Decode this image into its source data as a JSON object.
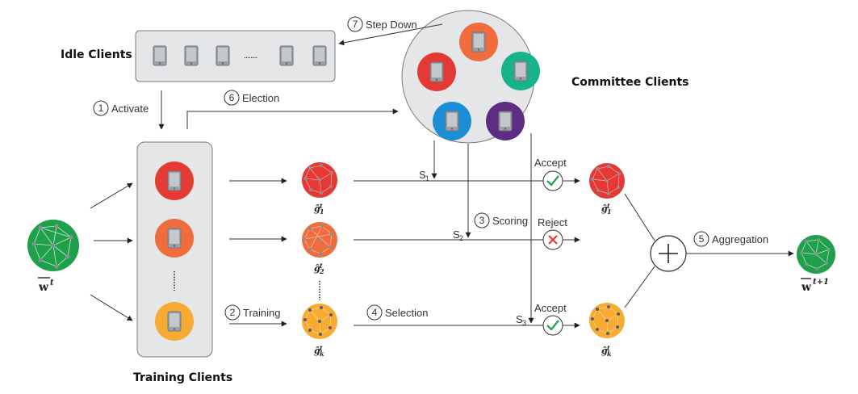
{
  "labels": {
    "idle_clients": "Idle Clients",
    "committee_clients": "Committee Clients",
    "training_clients": "Training Clients"
  },
  "steps": {
    "activate": {
      "num": "1",
      "text": "Activate"
    },
    "training": {
      "num": "2",
      "text": "Training"
    },
    "scoring": {
      "num": "3",
      "text": "Scoring"
    },
    "selection": {
      "num": "4",
      "text": "Selection"
    },
    "aggregation": {
      "num": "5",
      "text": "Aggregation"
    },
    "election": {
      "num": "6",
      "text": "Election"
    },
    "step_down": {
      "num": "7",
      "text": "Step Down"
    }
  },
  "scores": {
    "s1": "S",
    "s1_sub": "1",
    "s2": "S",
    "s2_sub": "2",
    "s3": "S",
    "s3_sub": "3"
  },
  "decisions": {
    "accept_1": "Accept",
    "reject": "Reject",
    "accept_2": "Accept"
  },
  "symbols": {
    "w_t": "w",
    "w_t_sup": "t",
    "w_t1": "w",
    "w_t1_sup": "t+1",
    "g": "ĝ",
    "g_sup": "t",
    "g1_sub": "1",
    "g2_sub": "2",
    "gk_sub": "k",
    "ellipsis": "........"
  },
  "colors": {
    "red": "#e53935",
    "orange": "#ef6c3e",
    "yellow": "#f7ab33",
    "green": "#1fa04a",
    "teal": "#17b38a",
    "blue": "#1b8ed6",
    "purple": "#5c2d82",
    "accept": "#1aa34a",
    "reject": "#e53935"
  },
  "icons": [
    "phone-icon",
    "network-icon",
    "check-icon",
    "cross-icon",
    "plus-icon"
  ]
}
